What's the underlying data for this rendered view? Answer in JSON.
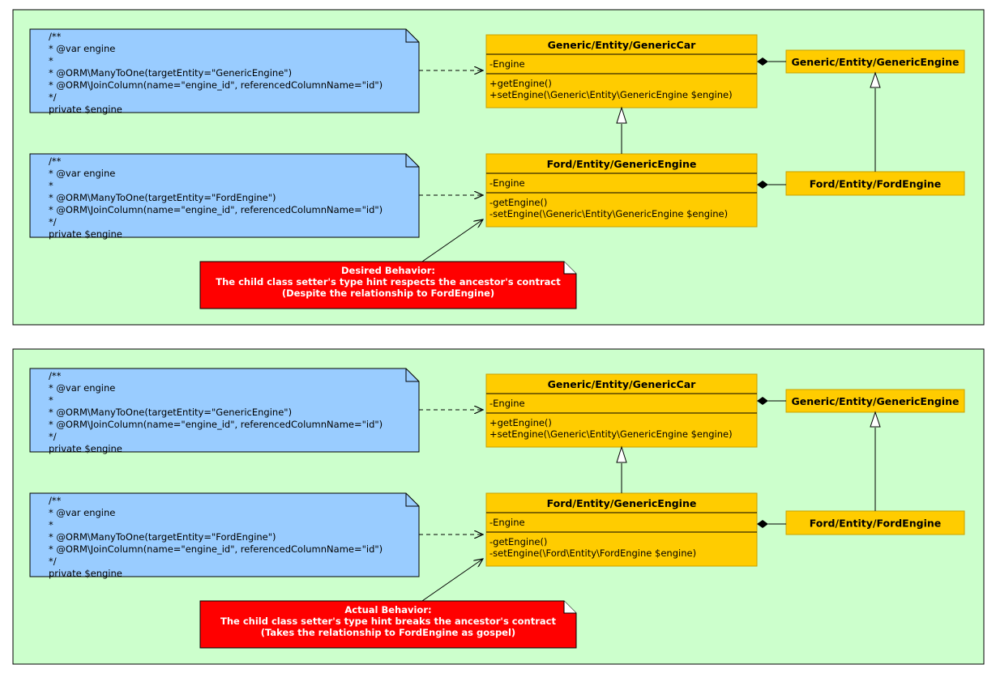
{
  "colors": {
    "panel_bg": "#ccffcc",
    "note_bg": "#99ccff",
    "class_bg": "#ffcc00",
    "callout_bg": "#ff0000",
    "callout_text": "#ffffff",
    "line": "#000000"
  },
  "panels": [
    {
      "notes": [
        {
          "lines": [
            "/**",
            " * @var engine",
            " *",
            " * @ORM\\ManyToOne(targetEntity=\"GenericEngine\")",
            " * @ORM\\JoinColumn(name=\"engine_id\", referencedColumnName=\"id\")",
            " */",
            "private $engine"
          ]
        },
        {
          "lines": [
            "/**",
            " * @var engine",
            " *",
            " * @ORM\\ManyToOne(targetEntity=\"FordEngine\")",
            " * @ORM\\JoinColumn(name=\"engine_id\", referencedColumnName=\"id\")",
            " */",
            "private $engine"
          ]
        }
      ],
      "classes": {
        "parent": {
          "title": "Generic/Entity/GenericCar",
          "attr": "-Engine",
          "methods": [
            "+getEngine()",
            "+setEngine(\\Generic\\Entity\\GenericEngine $engine)"
          ]
        },
        "child": {
          "title": "Ford/Entity/GenericEngine",
          "attr": "-Engine",
          "methods": [
            "-getEngine()",
            "-setEngine(\\Generic\\Entity\\GenericEngine $engine)"
          ]
        },
        "engine_parent": {
          "title": "Generic/Entity/GenericEngine"
        },
        "engine_child": {
          "title": "Ford/Entity/FordEngine"
        }
      },
      "callout": {
        "lines": [
          "Desired Behavior:",
          "The child class setter's type hint respects the ancestor's contract",
          "(Despite the relationship to FordEngine)"
        ]
      }
    },
    {
      "notes": [
        {
          "lines": [
            "/**",
            " * @var engine",
            " *",
            " * @ORM\\ManyToOne(targetEntity=\"GenericEngine\")",
            " * @ORM\\JoinColumn(name=\"engine_id\", referencedColumnName=\"id\")",
            " */",
            "private $engine"
          ]
        },
        {
          "lines": [
            "/**",
            " * @var engine",
            " *",
            " * @ORM\\ManyToOne(targetEntity=\"FordEngine\")",
            " * @ORM\\JoinColumn(name=\"engine_id\", referencedColumnName=\"id\")",
            " */",
            "private $engine"
          ]
        }
      ],
      "classes": {
        "parent": {
          "title": "Generic/Entity/GenericCar",
          "attr": "-Engine",
          "methods": [
            "+getEngine()",
            "+setEngine(\\Generic\\Entity\\GenericEngine $engine)"
          ]
        },
        "child": {
          "title": "Ford/Entity/GenericEngine",
          "attr": "-Engine",
          "methods": [
            "-getEngine()",
            "-setEngine(\\Ford\\Entity\\FordEngine $engine)"
          ]
        },
        "engine_parent": {
          "title": "Generic/Entity/GenericEngine"
        },
        "engine_child": {
          "title": "Ford/Entity/FordEngine"
        }
      },
      "callout": {
        "lines": [
          "Actual Behavior:",
          "The child class setter's type hint breaks the ancestor's contract",
          "(Takes the relationship to FordEngine as gospel)"
        ]
      }
    }
  ]
}
